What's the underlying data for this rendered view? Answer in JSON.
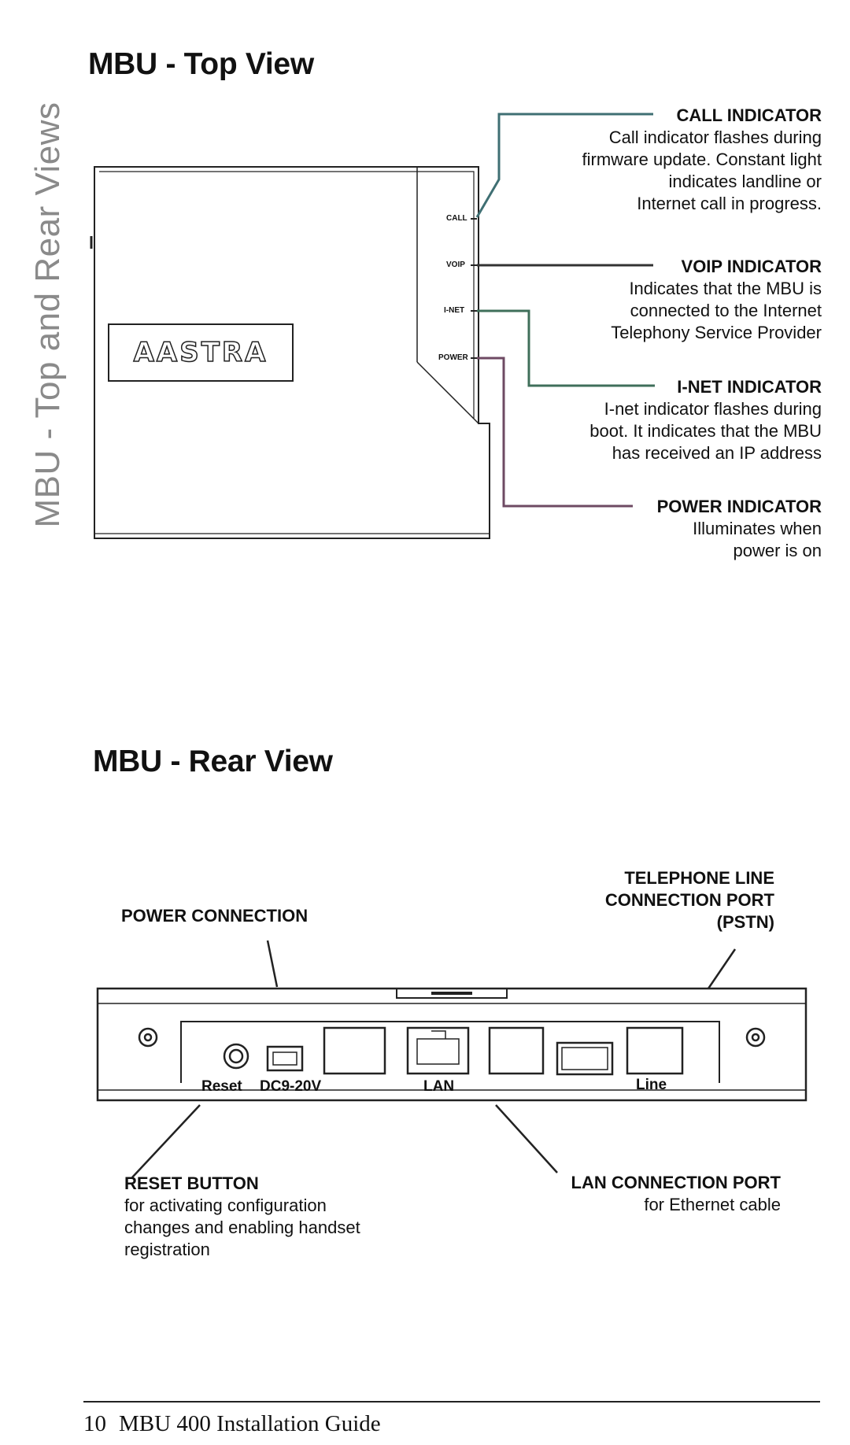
{
  "side_tab": "MBU - Top and Rear Views",
  "top_view": {
    "title": "MBU - Top View",
    "logo": "AASTRA",
    "led_labels": [
      "CALL",
      "VOIP",
      "I-NET",
      "POWER"
    ],
    "callouts": [
      {
        "heading": "CALL INDICATOR",
        "lines": [
          "Call indicator flashes during",
          "firmware update.  Constant light",
          "indicates landline or",
          "Internet call in progress."
        ]
      },
      {
        "heading": "VOIP INDICATOR",
        "lines": [
          "Indicates that the MBU is",
          "connected to the Internet",
          "Telephony Service Provider"
        ]
      },
      {
        "heading": "I-NET INDICATOR",
        "lines": [
          "I-net indicator flashes during",
          "boot.  It indicates that the MBU",
          "has received an IP address"
        ]
      },
      {
        "heading": "POWER INDICATOR",
        "lines": [
          "Illuminates when",
          "power is on"
        ]
      }
    ]
  },
  "rear_view": {
    "title": "MBU - Rear View",
    "port_labels": {
      "reset": "Reset",
      "dc": "DC9-20V",
      "lan": "LAN",
      "line": "Line"
    },
    "callouts": {
      "power": {
        "heading": "POWER CONNECTION"
      },
      "telephone": {
        "heading_lines": [
          "TELEPHONE LINE",
          "CONNECTION PORT",
          "(PSTN)"
        ]
      },
      "reset": {
        "heading": "RESET BUTTON",
        "lines": [
          "for activating configuration",
          "changes and enabling handset",
          "registration"
        ]
      },
      "lan": {
        "heading": "LAN CONNECTION PORT",
        "lines": [
          "for Ethernet cable"
        ]
      }
    }
  },
  "footer": {
    "page_number": "10",
    "guide_title": "MBU 400 Installation Guide"
  },
  "colors": {
    "side_tab": "#8a8a8a",
    "leader_call": "#3f6f73",
    "leader_inet": "#3f6f5a",
    "leader_power": "#6e4a63"
  }
}
